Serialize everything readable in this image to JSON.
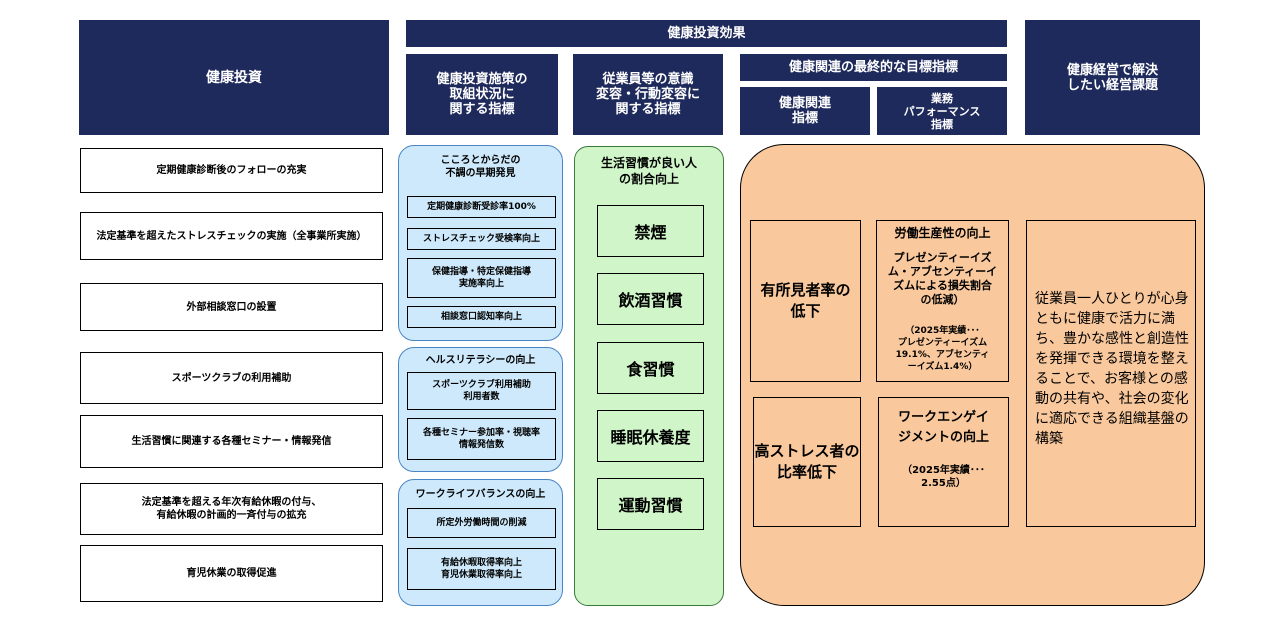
{
  "headers": {
    "investment": "健康投資",
    "effect": "健康投資効果",
    "measures": "健康投資施策の\n取組状況に\n関する指標",
    "awareness": "従業員等の意識\n変容・行動変容に\n関する指標",
    "final_goal": "健康関連の最終的な目標指標",
    "health_index": "健康関連\n指標",
    "performance_index": "業務\nパフォーマンス\n指標",
    "issues": "健康経営で解決\nしたい経営課題"
  },
  "investments": [
    "定期健康診断後のフォローの充実",
    "法定基準を超えたストレスチェックの実施（全事業所実施）",
    "外部相談窓口の設置",
    "スポーツクラブの利用補助",
    "生活習慣に関連する各種セミナー・情報発信",
    "法定基準を超える年次有給休暇の付与、\n有給休暇の計画的一斉付与の拡充",
    "育児休業の取得促進"
  ],
  "measures": [
    {
      "title": "こころとからだの\n不調の早期発見",
      "items": [
        "定期健康診断受診率100%",
        "ストレスチェック受検率向上",
        "保健指導・特定保健指導\n実施率向上",
        "相談窓口認知率向上"
      ]
    },
    {
      "title": "ヘルスリテラシーの向上",
      "items": [
        "スポーツクラブ利用補助\n利用者数",
        "各種セミナー参加率・視聴率\n情報発信数"
      ]
    },
    {
      "title": "ワークライフバランスの向上",
      "items": [
        "所定外労働時間の削減",
        "有給休暇取得率向上\n育児休業取得率向上"
      ]
    }
  ],
  "awareness": {
    "title": "生活習慣が良い人\nの割合向上",
    "items": [
      "禁煙",
      "飲酒習慣",
      "食習慣",
      "睡眠休養度",
      "運動習慣"
    ]
  },
  "health_goals": [
    "有所見者率の\n低下",
    "高ストレス者の\n比率低下"
  ],
  "performance_goals": [
    {
      "title": "労働生産性の向上",
      "body": "プレゼンティーイズ\nム・アブセンティーイ\nズムによる損失割合\nの低減）",
      "note": "（2025年実績･･･\nプレゼンティーイズム\n19.1%、アブセンティ\nーイズム1.4%）"
    },
    {
      "title": "ワークエンゲイ\nジメントの向上",
      "note": "（2025年実績･･･\n2.55点）"
    }
  ],
  "final_issue": "従業員一人ひとりが心身ともに健康で活力に満ち、豊かな感性と創造性を発揮できる環境を整えることで、お客様との感動の共有や、社会の変化に適応できる組織基盤の構築"
}
